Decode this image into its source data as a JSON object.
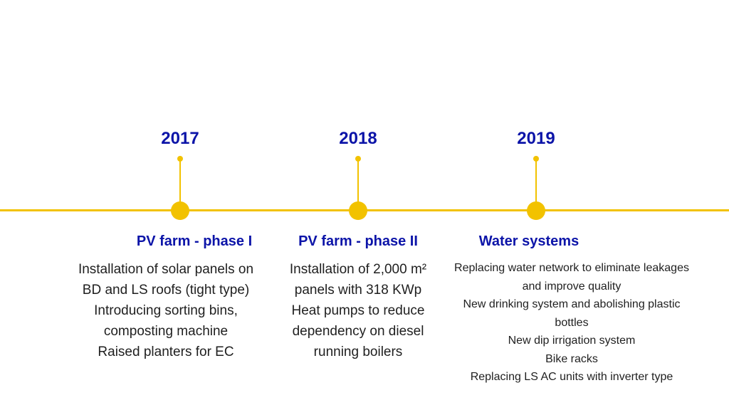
{
  "colors": {
    "accent": "#F2C200",
    "heading": "#0C14A8",
    "body_text": "#1F1F1F"
  },
  "milestones": [
    {
      "year": "2017",
      "title": "PV farm - phase I",
      "details": [
        "Installation of solar panels on BD and LS roofs (tight type)",
        "Introducing sorting bins, composting machine",
        "Raised planters for EC"
      ]
    },
    {
      "year": "2018",
      "title": "PV farm - phase II",
      "details": [
        "Installation of 2,000 m² panels with 318 KWp",
        "Heat pumps to reduce dependency on diesel running boilers"
      ]
    },
    {
      "year": "2019",
      "title": "Water systems",
      "details": [
        "Replacing water network to eliminate leakages and improve quality",
        "New drinking system and abolishing plastic bottles",
        "New dip irrigation system",
        "Bike racks",
        "Replacing LS AC units with inverter type"
      ]
    }
  ]
}
